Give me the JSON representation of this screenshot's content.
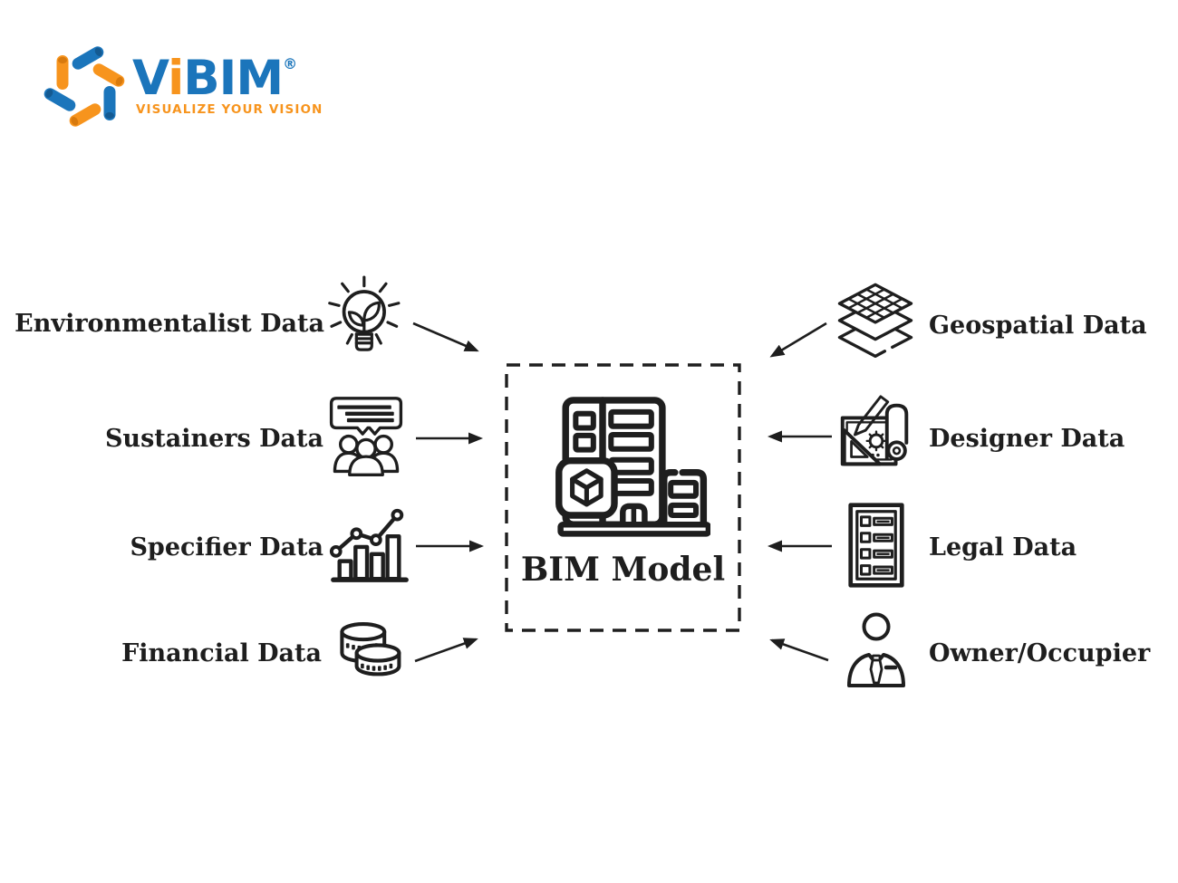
{
  "logo": {
    "brand_parts": {
      "v": "V",
      "i": "i",
      "bim": "BIM"
    },
    "registered_mark": "®",
    "tagline": "VISUALIZE YOUR VISION",
    "colors": {
      "blue": "#1b75bb",
      "blue_dark": "#145a92",
      "orange": "#f7941d",
      "orange_dark": "#d87a0e",
      "ink": "#1e1e1e"
    }
  },
  "diagram": {
    "center": {
      "label": "BIM Model",
      "icon": "bim-building-cube-icon"
    },
    "left_items": [
      {
        "label": "Environmentalist Data",
        "icon": "lightbulb-plant-icon",
        "arrow_direction": "down-right"
      },
      {
        "label": "Sustainers Data",
        "icon": "people-discussion-icon",
        "arrow_direction": "right"
      },
      {
        "label": "Specifier Data",
        "icon": "bar-line-chart-icon",
        "arrow_direction": "right"
      },
      {
        "label": "Financial Data",
        "icon": "coins-icon",
        "arrow_direction": "up-right"
      }
    ],
    "right_items": [
      {
        "label": "Geospatial Data",
        "icon": "map-layers-icon",
        "arrow_direction": "down-left"
      },
      {
        "label": "Designer Data",
        "icon": "drafting-tools-icon",
        "arrow_direction": "left"
      },
      {
        "label": "Legal Data",
        "icon": "legal-checklist-icon",
        "arrow_direction": "left"
      },
      {
        "label": "Owner/Occupier",
        "icon": "owner-person-icon",
        "arrow_direction": "up-left"
      }
    ]
  }
}
